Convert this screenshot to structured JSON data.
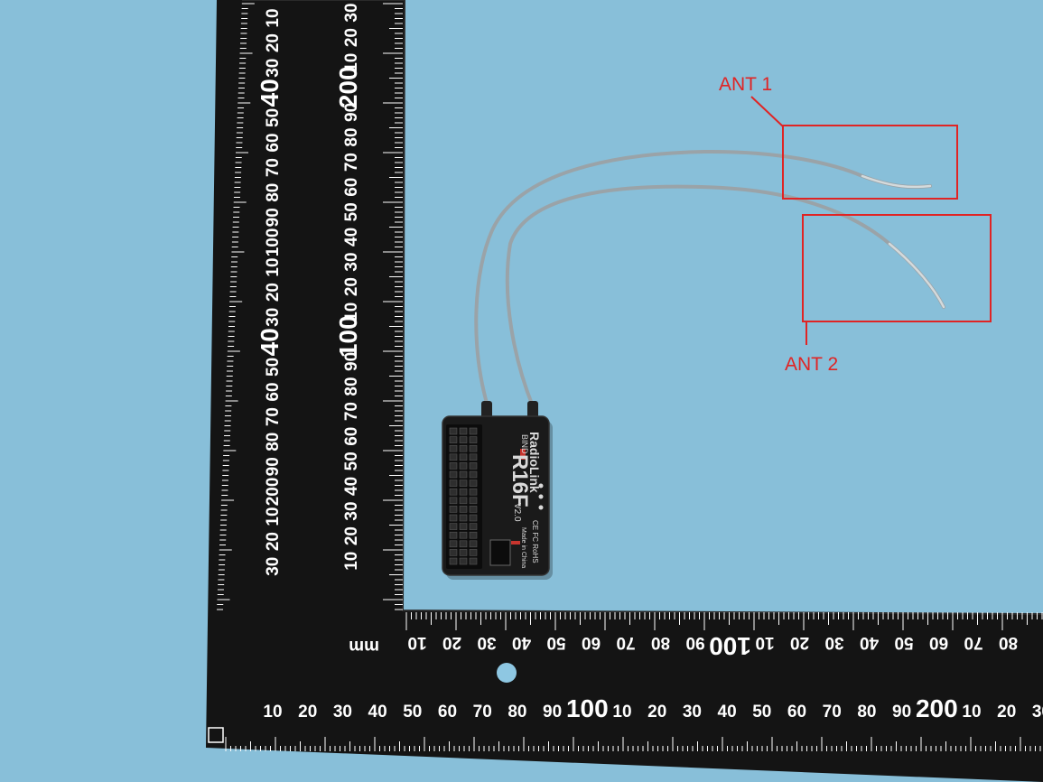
{
  "colors": {
    "background": "#8ec7e2",
    "ruler": "#141414",
    "ruler_marks": "#ffffff",
    "annotation": "#e02424",
    "antenna_wire": "#9aa3a8",
    "receiver_body": "#1a1a1a"
  },
  "annotations": {
    "ant1_label": "ANT 1",
    "ant2_label": "ANT 2"
  },
  "receiver": {
    "brand": "RadioLink",
    "model": "R16F",
    "version": "V2.0",
    "bind_label": "BIND",
    "made_in": "Made in China",
    "cert": "CE FC RoHS"
  },
  "ruler": {
    "unit_label": "mm",
    "vertical_ticks": [
      "30",
      "20",
      "10",
      "200",
      "90",
      "80",
      "70",
      "60",
      "50",
      "40",
      "30",
      "20",
      "10",
      "100",
      "90",
      "80",
      "70",
      "60",
      "50",
      "40",
      "30",
      "20",
      "10"
    ],
    "horizontal_inner_ticks": [
      "10",
      "20",
      "30",
      "40",
      "50",
      "60",
      "70",
      "80",
      "90",
      "100",
      "10",
      "20",
      "30",
      "40",
      "50",
      "60",
      "70",
      "80"
    ],
    "horizontal_outer_ticks": [
      "10",
      "20",
      "30",
      "40",
      "50",
      "60",
      "70",
      "80",
      "90",
      "100",
      "10",
      "20",
      "30",
      "40",
      "50",
      "60",
      "70",
      "80",
      "90",
      "200",
      "10",
      "20",
      "30"
    ]
  }
}
